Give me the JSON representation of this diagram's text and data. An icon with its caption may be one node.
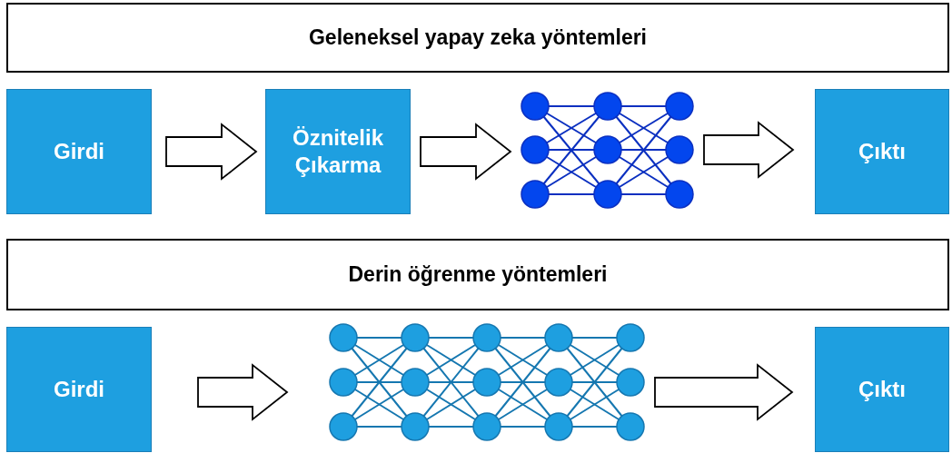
{
  "diagram": {
    "nodes": [
      {
        "text": [
          "Geleneksel yapay zeka yöntemleri"
        ]
      },
      {
        "text": [
          "Girdi"
        ]
      },
      {
        "text": [
          "Öznitelik Çıkarma"
        ]
      },
      {
        "text": [],
        "shape": "picture"
      },
      {
        "text": [
          "Çıktı"
        ]
      },
      {
        "text": [
          "Derin öğrenme yöntemleri"
        ]
      },
      {
        "text": [
          "Girdi"
        ]
      },
      {
        "text": [],
        "shape": "picture"
      },
      {
        "text": [
          "Çıktı"
        ]
      }
    ],
    "edges": [
      {
        "from": 1,
        "to": 2,
        "arrow": "to"
      },
      {
        "from": 2,
        "to": 3,
        "arrow": "to"
      },
      {
        "from": 3,
        "to": 4,
        "arrow": "to"
      },
      {
        "from": 6,
        "to": 7,
        "arrow": "to"
      },
      {
        "from": 7,
        "to": 8,
        "arrow": "to"
      }
    ]
  }
}
